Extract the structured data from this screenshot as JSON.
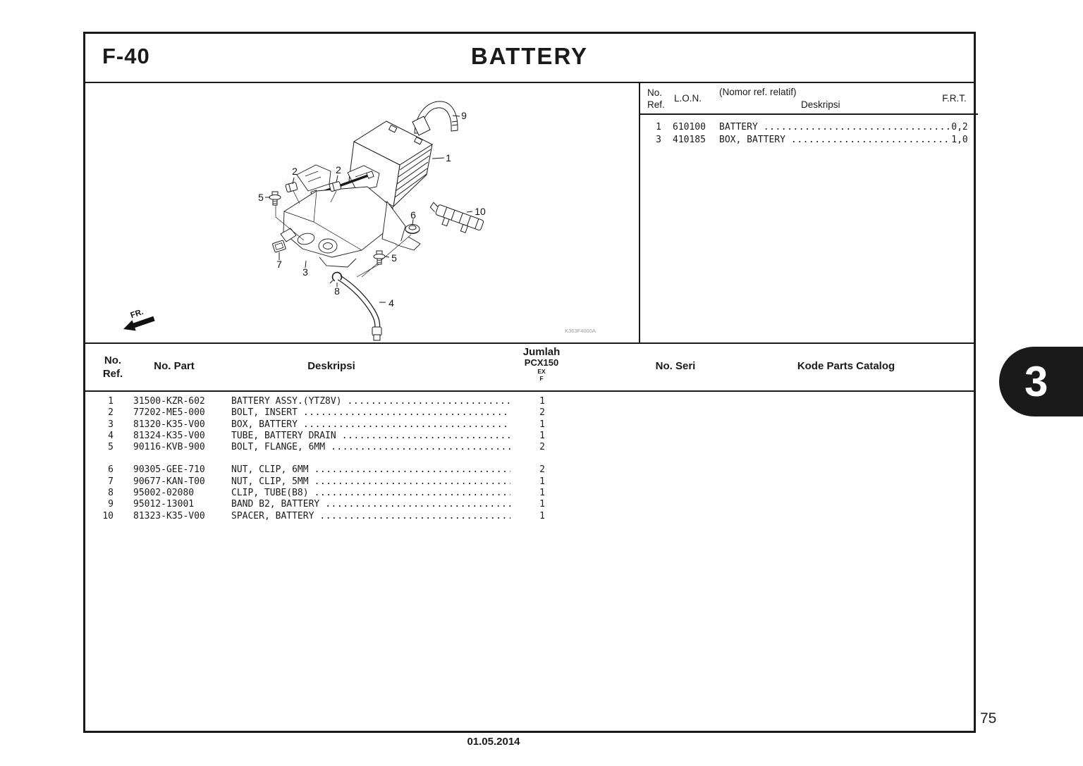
{
  "page": {
    "code": "F-40",
    "title": "BATTERY",
    "page_number": "75",
    "date": "01.05.2014",
    "section_tab": "3",
    "diagram_code": "K363F4000A",
    "fr_label": "FR."
  },
  "ref_table": {
    "headers": {
      "no": "No.",
      "ref": "Ref.",
      "lon": "L.O.N.",
      "nomor": "(Nomor ref. relatif)",
      "deskripsi": "Deskripsi",
      "frt": "F.R.T."
    },
    "rows": [
      {
        "ref": "1",
        "lon": "610100",
        "desc": "BATTERY",
        "dots": "................................",
        "frt": "0,2"
      },
      {
        "ref": "3",
        "lon": "410185",
        "desc": "BOX, BATTERY",
        "dots": "...........................",
        "frt": "1,0"
      }
    ]
  },
  "parts_table": {
    "headers": {
      "no": "No.",
      "ref": "Ref.",
      "part": "No. Part",
      "deskripsi": "Deskripsi",
      "jumlah": "Jumlah",
      "model": "PCX150",
      "sub1": "EX",
      "sub2": "F",
      "seri": "No. Seri",
      "kode": "Kode Parts Catalog"
    },
    "rows": [
      {
        "ref": "1",
        "part": "31500-KZR-602",
        "desc": "BATTERY ASSY.(YTZ8V)",
        "dots": "............................",
        "qty": "1"
      },
      {
        "ref": "2",
        "part": "77202-ME5-000",
        "desc": "BOLT, INSERT",
        "dots": "....................................",
        "qty": "2"
      },
      {
        "ref": "3",
        "part": "81320-K35-V00",
        "desc": "BOX, BATTERY",
        "dots": "....................................",
        "qty": "1"
      },
      {
        "ref": "4",
        "part": "81324-K35-V00",
        "desc": "TUBE, BATTERY DRAIN",
        "dots": ".............................",
        "qty": "1"
      },
      {
        "ref": "5",
        "part": "90116-KVB-900",
        "desc": "BOLT, FLANGE, 6MM",
        "dots": "...............................",
        "qty": "2"
      },
      {
        "ref": "6",
        "part": "90305-GEE-710",
        "desc": "NUT, CLIP, 6MM",
        "dots": "..................................",
        "qty": "2"
      },
      {
        "ref": "7",
        "part": "90677-KAN-T00",
        "desc": "NUT, CLIP, 5MM",
        "dots": "..................................",
        "qty": "1"
      },
      {
        "ref": "8",
        "part": "95002-02080",
        "desc": "CLIP, TUBE(B8)",
        "dots": "..................................",
        "qty": "1"
      },
      {
        "ref": "9",
        "part": "95012-13001",
        "desc": "BAND B2, BATTERY",
        "dots": "................................",
        "qty": "1"
      },
      {
        "ref": "10",
        "part": "81323-K35-V00",
        "desc": "SPACER, BATTERY",
        "dots": ".................................",
        "qty": "1"
      }
    ]
  },
  "diagram": {
    "callouts": [
      "9",
      "1",
      "2",
      "2",
      "5",
      "6",
      "10",
      "7",
      "3",
      "5",
      "8",
      "4"
    ]
  }
}
